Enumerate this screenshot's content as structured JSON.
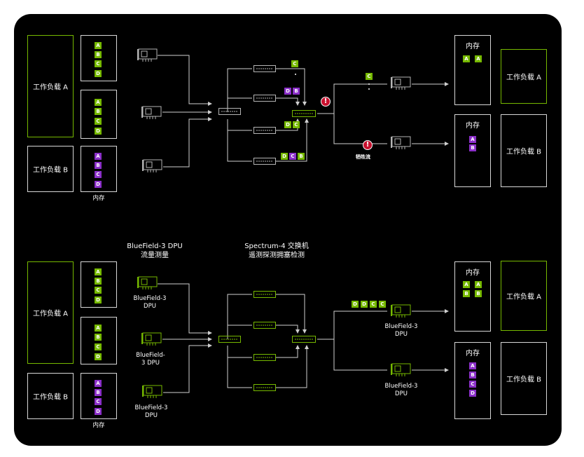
{
  "colors": {
    "green": "#76b900",
    "purple": "#8b2fc9",
    "line": "#cfcfcf",
    "card": "#b5b5b5",
    "card_dpu": "#76b900"
  },
  "icons": [
    "nic-card-icon",
    "dpu-card-icon",
    "switch-icon",
    "alert-icon"
  ],
  "workloads": {
    "a": "工作负载 A",
    "b": "工作负载 B"
  },
  "memory_label": "内存",
  "bottom": {
    "dpu_header": "BlueField-3 DPU\n流量测量",
    "switch_header": "Spectrum-4 交换机\n遥测探测拥塞检测",
    "dpu_label_1": "BlueField-3\nDPU",
    "dpu_label_2": "BlueField-\n3 DPU",
    "dpu_label_3": "BlueField-3\nDPU",
    "dpu_label_out_1": "BlueField-3\nDPU",
    "dpu_label_out_2": "BlueField-3\nDPU"
  },
  "top": {
    "victim_label": "牺牲流"
  },
  "tags": {
    "a": "A",
    "b": "B",
    "c": "C",
    "d": "D"
  }
}
